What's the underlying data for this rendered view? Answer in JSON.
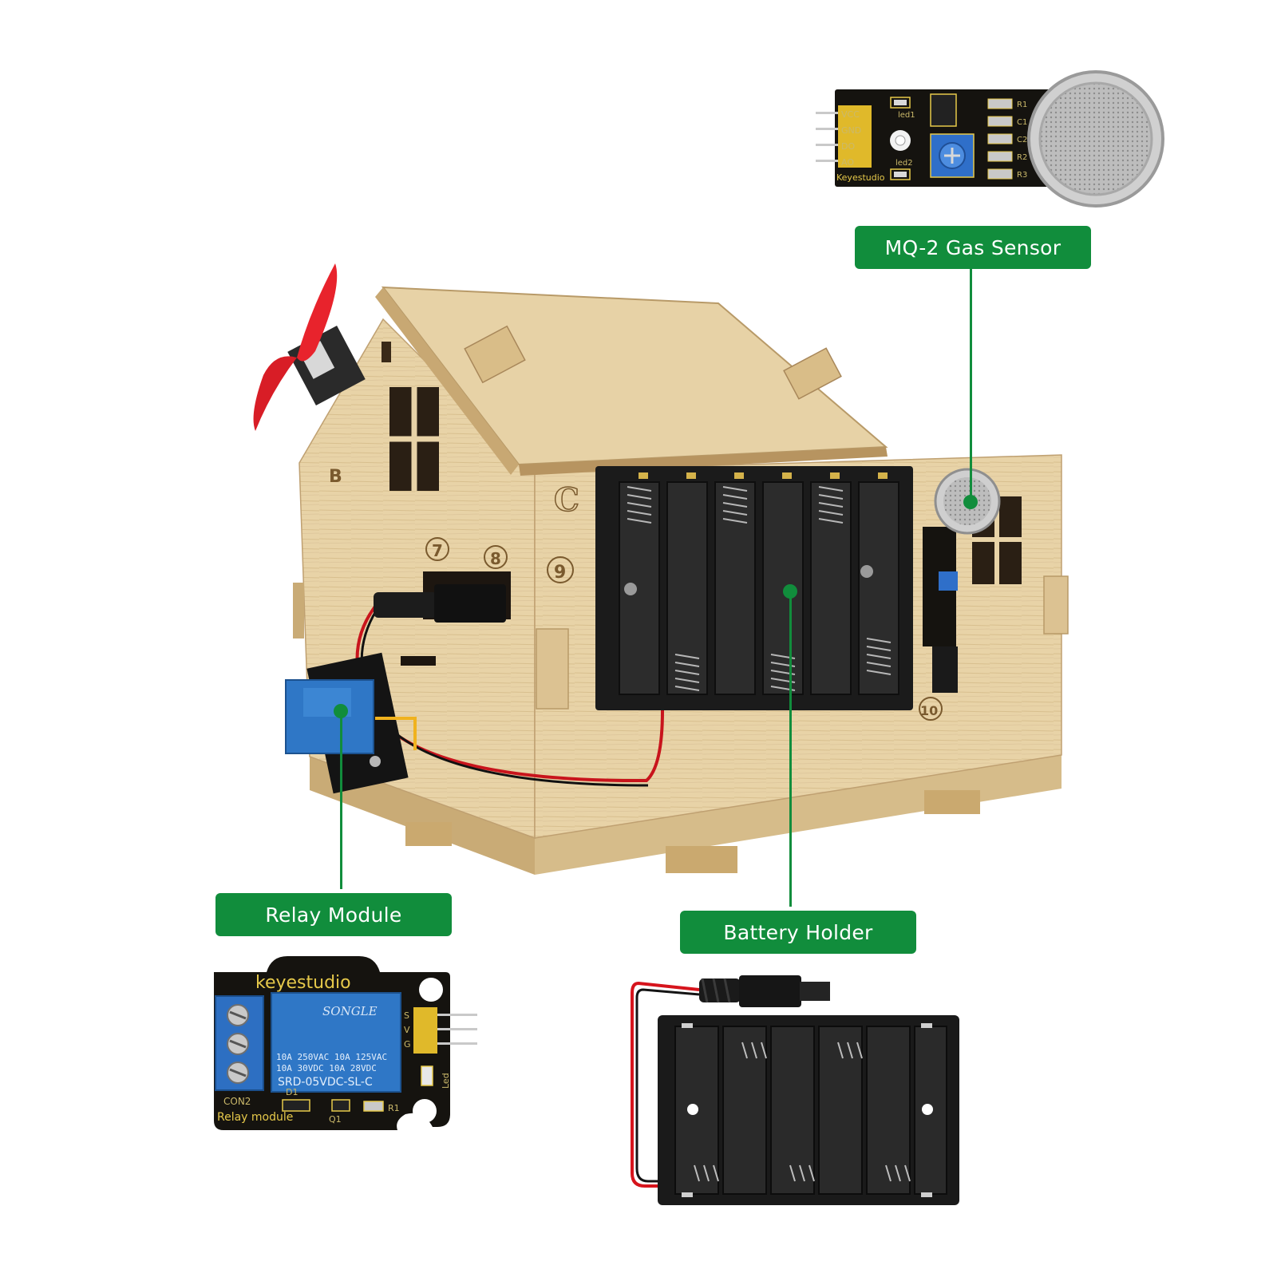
{
  "callouts": {
    "gas_sensor": "MQ-2 Gas Sensor",
    "relay": "Relay Module",
    "battery": "Battery Holder"
  },
  "house_marks": {
    "b": "B",
    "c": "C",
    "n7": "7",
    "n8": "8",
    "n9": "9",
    "n10": "10"
  },
  "gas_board": {
    "brand": "Keyestudio",
    "pins": [
      "VCC",
      "GND",
      "DO",
      "AO"
    ],
    "led1": "led1",
    "led2": "led2",
    "refs": [
      "R1",
      "C1",
      "C2",
      "R2",
      "R3"
    ]
  },
  "relay_board": {
    "brand": "keyestudio",
    "relay_brand": "SONGLE",
    "rating_line1": "10A 250VAC  10A 125VAC",
    "rating_line2": "10A  30VDC  10A  28VDC",
    "model": "SRD-05VDC-SL-C",
    "label": "Relay module",
    "con": "CON2",
    "pins": [
      "S",
      "V",
      "G"
    ],
    "d1": "D1",
    "q1": "Q1",
    "r1": "R1",
    "led": "Led"
  },
  "colors": {
    "accent_green": "#118d3c",
    "wood": "#e6cfa1",
    "pcb_black": "#15130f",
    "relay_blue": "#2f77c6"
  }
}
